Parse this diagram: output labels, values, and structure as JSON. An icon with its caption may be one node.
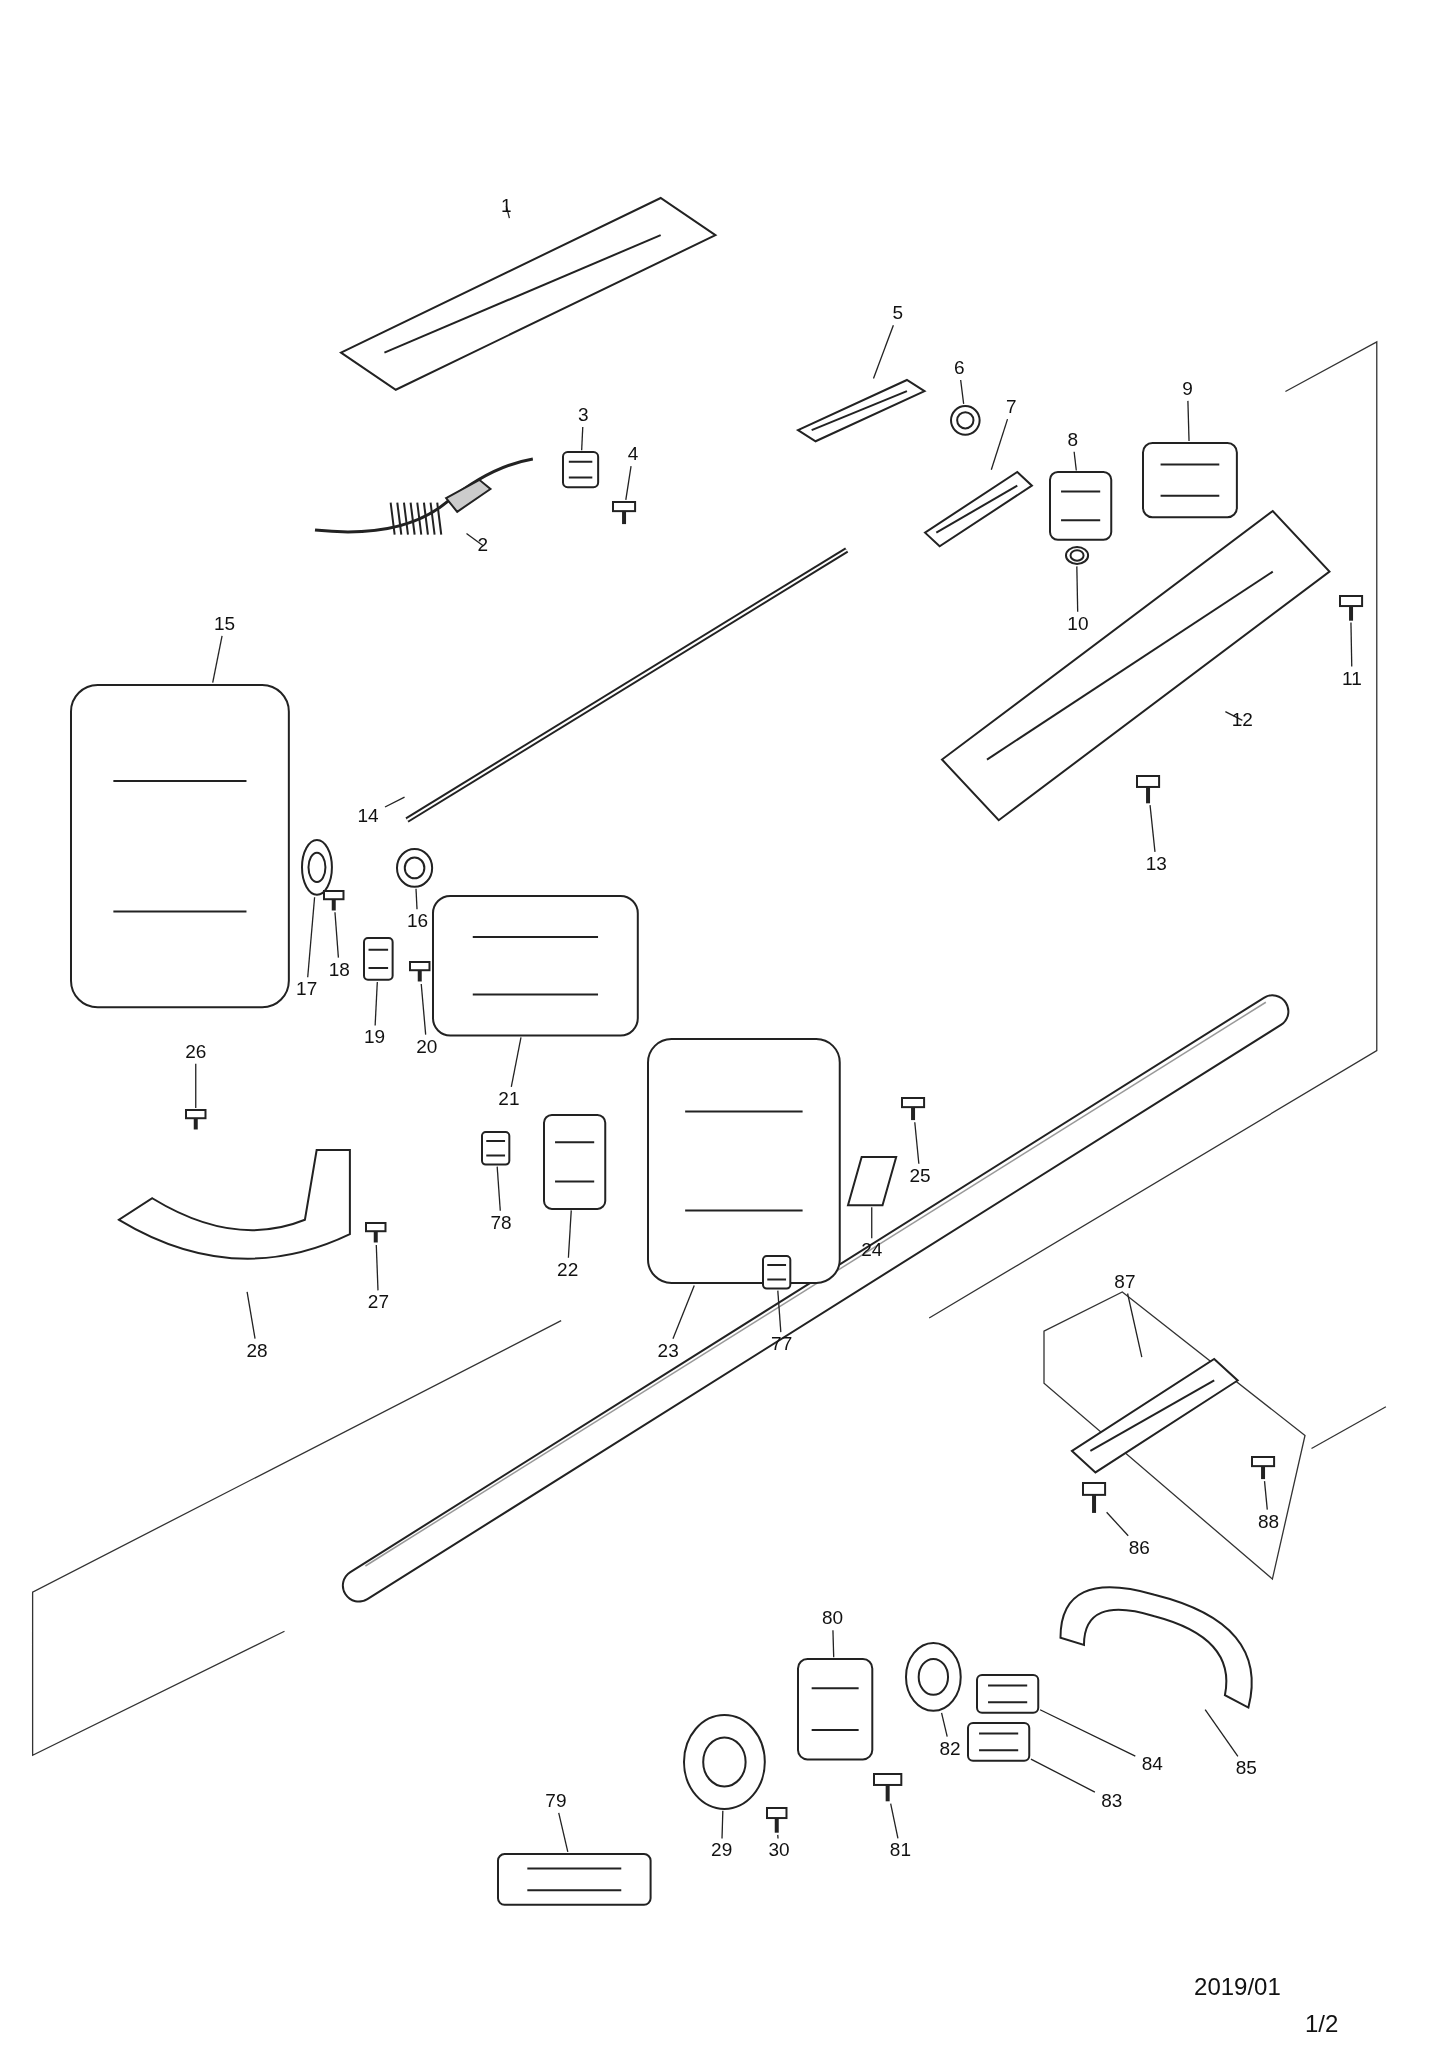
{
  "diagram": {
    "nodes": [
      {
        "text": [
          "1"
        ]
      },
      {
        "text": [],
        "shape": "picture"
      },
      {
        "text": [
          "2"
        ]
      },
      {
        "text": [],
        "shape": "picture"
      },
      {
        "text": [
          "3"
        ]
      },
      {
        "text": [],
        "shape": "picture"
      },
      {
        "text": [
          "4"
        ]
      },
      {
        "text": [],
        "shape": "picture"
      },
      {
        "text": [
          "5"
        ]
      },
      {
        "text": [],
        "shape": "picture"
      },
      {
        "text": [
          "6"
        ]
      },
      {
        "text": [],
        "shape": "picture"
      },
      {
        "text": [
          "7"
        ]
      },
      {
        "text": [],
        "shape": "picture"
      },
      {
        "text": [
          "8"
        ]
      },
      {
        "text": [],
        "shape": "picture"
      },
      {
        "text": [
          "9"
        ]
      },
      {
        "text": [],
        "shape": "picture"
      },
      {
        "text": [
          "10"
        ]
      },
      {
        "text": [],
        "shape": "picture"
      },
      {
        "text": [
          "11"
        ]
      },
      {
        "text": [],
        "shape": "picture"
      },
      {
        "text": [
          "12"
        ]
      },
      {
        "text": [],
        "shape": "picture"
      },
      {
        "text": [
          "13"
        ]
      },
      {
        "text": [],
        "shape": "picture"
      },
      {
        "text": [
          "14"
        ]
      },
      {
        "text": [],
        "shape": "picture"
      },
      {
        "text": [
          "15"
        ]
      },
      {
        "text": [],
        "shape": "picture"
      },
      {
        "text": [
          "16"
        ]
      },
      {
        "text": [],
        "shape": "picture"
      },
      {
        "text": [
          "17"
        ]
      },
      {
        "text": [],
        "shape": "picture"
      },
      {
        "text": [
          "18"
        ]
      },
      {
        "text": [],
        "shape": "picture"
      },
      {
        "text": [
          "19"
        ]
      },
      {
        "text": [],
        "shape": "picture"
      },
      {
        "text": [
          "20"
        ]
      },
      {
        "text": [],
        "shape": "picture"
      },
      {
        "text": [
          "21"
        ]
      },
      {
        "text": [],
        "shape": "picture"
      },
      {
        "text": [
          "22"
        ]
      },
      {
        "text": [],
        "shape": "picture"
      },
      {
        "text": [
          "23"
        ]
      },
      {
        "text": [],
        "shape": "picture"
      },
      {
        "text": [
          "24"
        ]
      },
      {
        "text": [],
        "shape": "picture"
      },
      {
        "text": [
          "25"
        ]
      },
      {
        "text": [],
        "shape": "picture"
      },
      {
        "text": [
          "26"
        ]
      },
      {
        "text": [],
        "shape": "picture"
      },
      {
        "text": [
          "27"
        ]
      },
      {
        "text": [],
        "shape": "picture"
      },
      {
        "text": [
          "28"
        ]
      },
      {
        "text": [],
        "shape": "picture"
      },
      {
        "text": [
          "29"
        ]
      },
      {
        "text": [],
        "shape": "picture"
      },
      {
        "text": [
          "30"
        ]
      },
      {
        "text": [],
        "shape": "picture"
      },
      {
        "text": [
          "77"
        ]
      },
      {
        "text": [],
        "shape": "picture"
      },
      {
        "text": [
          "78"
        ]
      },
      {
        "text": [],
        "shape": "picture"
      },
      {
        "text": [
          "79"
        ]
      },
      {
        "text": [],
        "shape": "picture"
      },
      {
        "text": [
          "80"
        ]
      },
      {
        "text": [],
        "shape": "picture"
      },
      {
        "text": [
          "81"
        ]
      },
      {
        "text": [],
        "shape": "picture"
      },
      {
        "text": [
          "82"
        ]
      },
      {
        "text": [],
        "shape": "picture"
      },
      {
        "text": [
          "83"
        ]
      },
      {
        "text": [],
        "shape": "picture"
      },
      {
        "text": [
          "84"
        ]
      },
      {
        "text": [],
        "shape": "picture"
      },
      {
        "text": [
          "85"
        ]
      },
      {
        "text": [],
        "shape": "picture"
      },
      {
        "text": [
          "86"
        ]
      },
      {
        "text": [],
        "shape": "picture"
      },
      {
        "text": [
          "87"
        ]
      },
      {
        "text": [],
        "shape": "picture"
      },
      {
        "text": [
          "88"
        ]
      },
      {
        "text": [],
        "shape": "picture"
      }
    ],
    "edges": [
      {
        "from": 0,
        "to": 1,
        "arrow": "none"
      },
      {
        "from": 2,
        "to": 3,
        "arrow": "none"
      },
      {
        "from": 4,
        "to": 5,
        "arrow": "none"
      },
      {
        "from": 6,
        "to": 7,
        "arrow": "none"
      },
      {
        "from": 8,
        "to": 9,
        "arrow": "none"
      },
      {
        "from": 10,
        "to": 11,
        "arrow": "none"
      },
      {
        "from": 12,
        "to": 13,
        "arrow": "none"
      },
      {
        "from": 14,
        "to": 15,
        "arrow": "none"
      },
      {
        "from": 16,
        "to": 17,
        "arrow": "none"
      },
      {
        "from": 18,
        "to": 19,
        "arrow": "none"
      },
      {
        "from": 20,
        "to": 21,
        "arrow": "none"
      },
      {
        "from": 22,
        "to": 23,
        "arrow": "none"
      },
      {
        "from": 24,
        "to": 25,
        "arrow": "none"
      },
      {
        "from": 26,
        "to": 27,
        "arrow": "none"
      },
      {
        "from": 28,
        "to": 29,
        "arrow": "none"
      },
      {
        "from": 30,
        "to": 31,
        "arrow": "none"
      },
      {
        "from": 32,
        "to": 33,
        "arrow": "none"
      },
      {
        "from": 34,
        "to": 35,
        "arrow": "none"
      },
      {
        "from": 36,
        "to": 37,
        "arrow": "none"
      },
      {
        "from": 38,
        "to": 39,
        "arrow": "none"
      },
      {
        "from": 40,
        "to": 41,
        "arrow": "none"
      },
      {
        "from": 42,
        "to": 43,
        "arrow": "none"
      },
      {
        "from": 44,
        "to": 45,
        "arrow": "none"
      },
      {
        "from": 46,
        "to": 47,
        "arrow": "none"
      },
      {
        "from": 48,
        "to": 49,
        "arrow": "none"
      },
      {
        "from": 50,
        "to": 51,
        "arrow": "none"
      },
      {
        "from": 52,
        "to": 53,
        "arrow": "none"
      },
      {
        "from": 54,
        "to": 55,
        "arrow": "none"
      },
      {
        "from": 56,
        "to": 57,
        "arrow": "none"
      },
      {
        "from": 58,
        "to": 59,
        "arrow": "none"
      },
      {
        "from": 60,
        "to": 61,
        "arrow": "none"
      },
      {
        "from": 62,
        "to": 63,
        "arrow": "none"
      },
      {
        "from": 64,
        "to": 65,
        "arrow": "none"
      },
      {
        "from": 66,
        "to": 67,
        "arrow": "none"
      },
      {
        "from": 68,
        "to": 69,
        "arrow": "none"
      },
      {
        "from": 70,
        "to": 71,
        "arrow": "none"
      },
      {
        "from": 72,
        "to": 73,
        "arrow": "none"
      },
      {
        "from": 74,
        "to": 75,
        "arrow": "none"
      },
      {
        "from": 76,
        "to": 77,
        "arrow": "none"
      },
      {
        "from": 78,
        "to": 79,
        "arrow": "none"
      },
      {
        "from": 80,
        "to": 81,
        "arrow": "none"
      },
      {
        "from": 82,
        "to": 83,
        "arrow": "none"
      }
    ],
    "labels": [
      "2019/01",
      "1/2"
    ]
  }
}
